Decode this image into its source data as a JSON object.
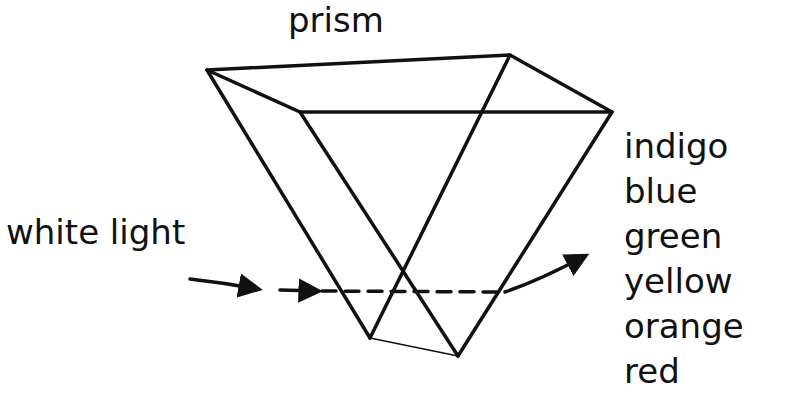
{
  "diagram": {
    "labels": [
      "prism",
      "white light",
      "indigo",
      "blue",
      "green",
      "yellow",
      "orange",
      "red"
    ]
  }
}
